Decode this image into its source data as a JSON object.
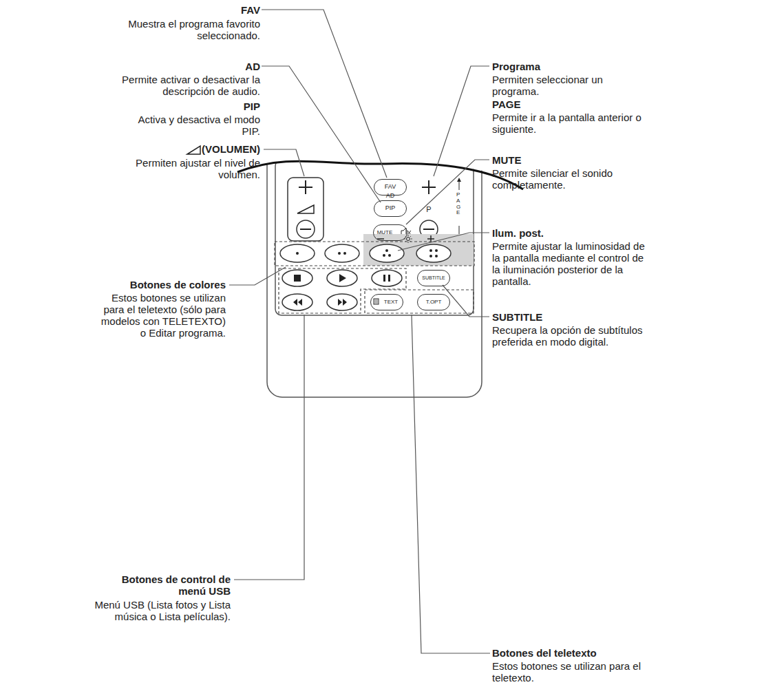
{
  "diagram": {
    "nodes": [
      {
        "text": [
          "FAV"
        ]
      },
      {
        "text": [
          "P"
        ]
      },
      {
        "text": [
          "AD",
          "PIP"
        ]
      },
      {
        "text": [
          "MUTE"
        ]
      },
      {
        "text": [
          "SUBTITLE"
        ]
      },
      {
        "text": [
          "TEXT"
        ]
      },
      {
        "text": [
          "T.OPT"
        ]
      }
    ],
    "labels": [
      "FAV",
      "Muestra el programa favorito seleccionado.",
      "AD",
      "Permite activar o desactivar la descripción de audio.",
      "PIP",
      "Activa y desactiva el modo PIP.",
      "(VOLUMEN)",
      "Permiten ajustar el nivel de volumen.",
      "Programa",
      "Permiten seleccionar un programa.",
      "PAGE",
      "Permite ir a la pantalla anterior o siguiente.",
      "MUTE",
      "Permite silenciar el sonido completamente.",
      "Ilum. post.",
      "Permite ajustar la luminosidad de la pantalla mediante el control de la iluminación posterior de la pantalla.",
      "SUBTITLE",
      "Recupera la opción de subtítulos preferida en modo digital.",
      "Botones de colores",
      "Estos botones se utilizan para el teletexto (sólo para modelos con TELETEXTO) o Editar programa.",
      "Botones de control de menú USB",
      "Menú USB (Lista fotos y Lista música o Lista películas).",
      "Botones del teletexto",
      "Estos botones se utilizan para el teletexto.",
      "PAGE"
    ]
  }
}
